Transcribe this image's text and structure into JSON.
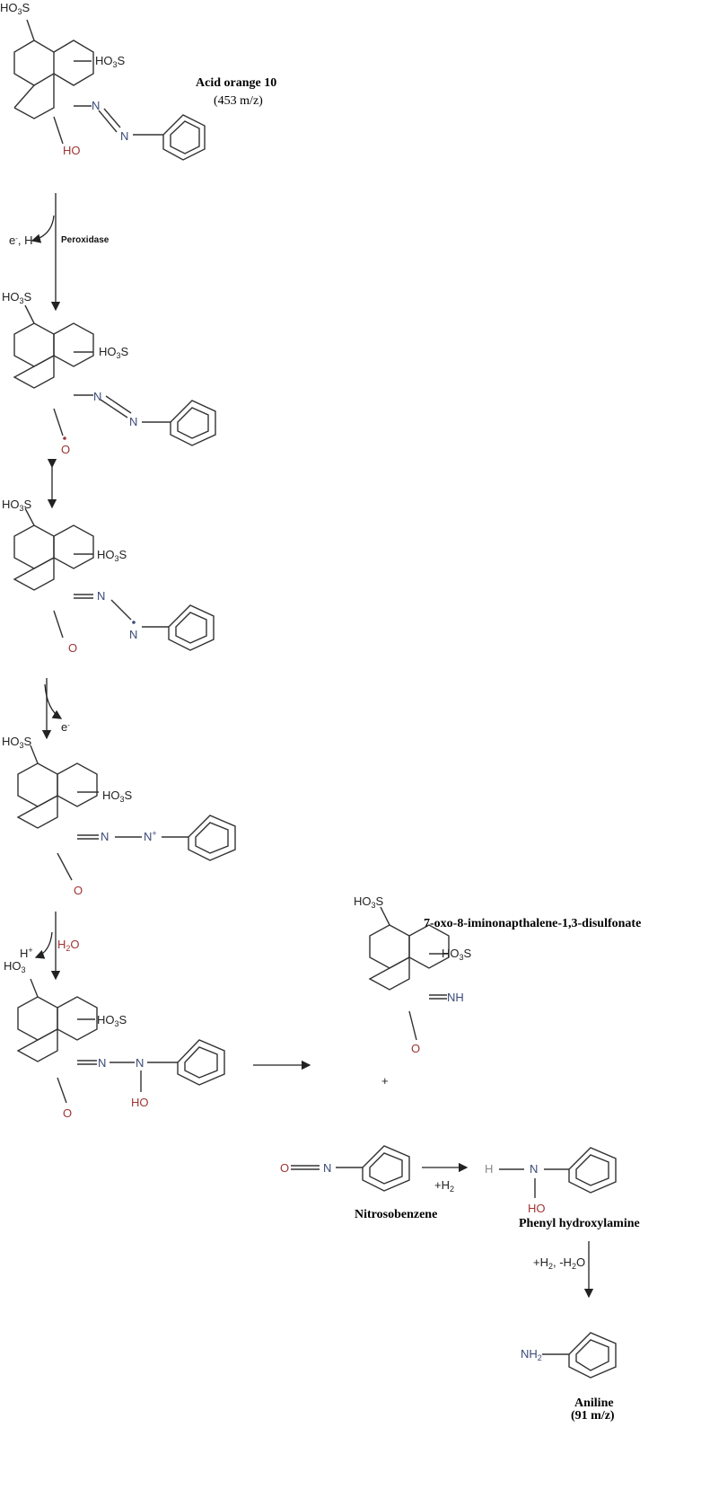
{
  "colors": {
    "nitrogen": "#3a4a78",
    "oxygen": "#a03434",
    "hydrogen": "#888888",
    "bond": "#333333"
  },
  "structures": {
    "acid_orange_10": {
      "name": "Acid orange 10",
      "mass": "(453 m/z)"
    },
    "oxo_imino": {
      "name": "7-oxo-8-iminonapthalene-1,3-disulfonate"
    },
    "nitrosobenzene": {
      "name": "Nitrosobenzene"
    },
    "phenyl_hydroxylamine": {
      "name": "Phenyl hydroxylamine"
    },
    "aniline": {
      "name": "Aniline",
      "mass": "(91 m/z)"
    }
  },
  "atoms": {
    "sulfo": "HO3S",
    "hydroxyl": "HO",
    "n": "N",
    "n_plus": "N+",
    "o": "O",
    "nh": "NH",
    "h": "H",
    "ho3": "HO3",
    "nh2": "NH2"
  },
  "steps": {
    "step1_left": "e-, H",
    "step1_enzyme": "Peroxidase",
    "step3_right": "e-",
    "step4_left": "H+",
    "step4_water": "H2O",
    "plus": "+",
    "h2": "+H2",
    "h2_minus_h2o": "+H2, -H2O"
  }
}
